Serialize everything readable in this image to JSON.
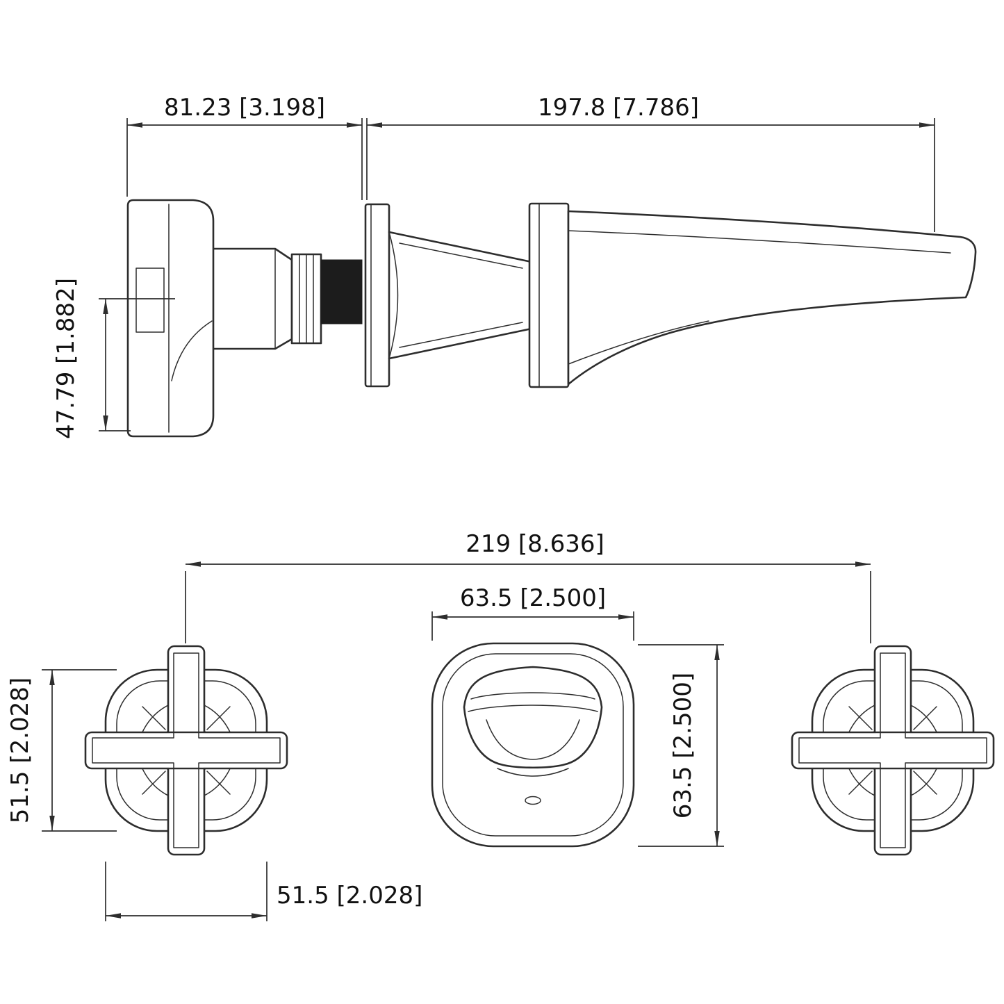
{
  "side_view": {
    "handle_depth": "81.23 [3.198]",
    "spout_length": "197.8 [7.786]",
    "drop_height": "47.79 [1.882]"
  },
  "front_view": {
    "overall_width": "219 [8.636]",
    "spout_width": "63.5 [2.500]",
    "handle_height": "51.5 [2.028]",
    "spout_height": "63.5 [2.500]",
    "handle_width": "51.5 [2.028]"
  },
  "colors": {
    "line": "#2d2d2d",
    "text": "#111111",
    "background": "#ffffff"
  }
}
